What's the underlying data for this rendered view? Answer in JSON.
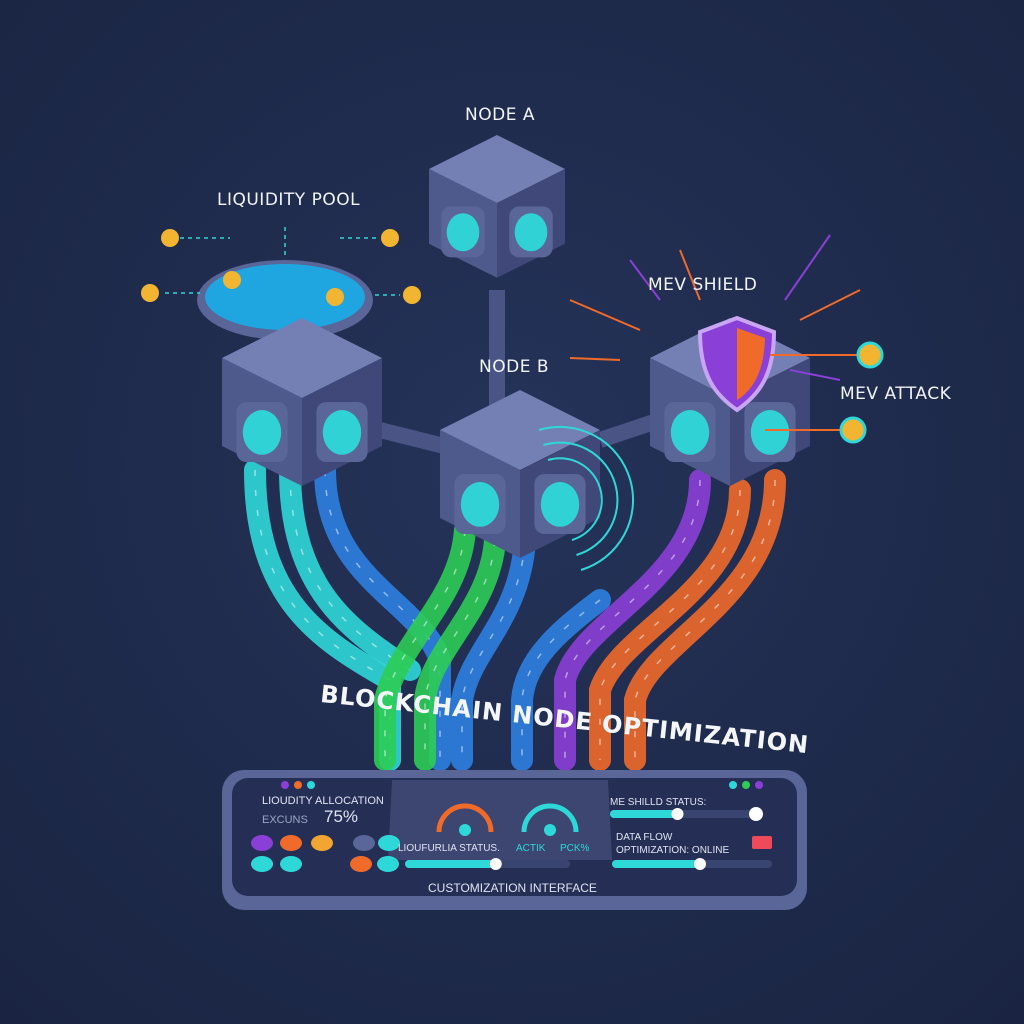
{
  "labels": {
    "node_a": "NODE A",
    "node_b": "NODE B",
    "liquidity_pool": "LIQUIDITY POOL",
    "mev_shield": "MEV SHIELD",
    "mev_attack": "MEV ATTACK",
    "title": "BLOCKCHAIN NODE OPTIMIZATION"
  },
  "panel": {
    "liquidity_allocation": "LIOUDITY ALLOCATION",
    "allocation_sub": "EXCUNS",
    "allocation_value": "75%",
    "status_label": "LIOUFURLIA STATUS.",
    "status_active": "ACTIK",
    "status_pct": "PCK%",
    "shield_status": "ME SHILLD STATUS:",
    "data_flow_line1": "DATA FLOW",
    "data_flow_line2": "OPTIMIZATION: ONLINE",
    "footer": "CUSTOMIZATION INTERFACE",
    "status_slider_level": 0.55,
    "shield_slider_level": 0.45,
    "dataflow_slider_level": 0.55
  },
  "colors": {
    "background": "#1e2a4a",
    "cube": "#6a74a8",
    "cyan": "#2fd8d8",
    "green": "#2ecc55",
    "blue": "#2d7fe0",
    "purple": "#8a3fd6",
    "orange": "#f06a2a",
    "coin": "#f2b531"
  }
}
